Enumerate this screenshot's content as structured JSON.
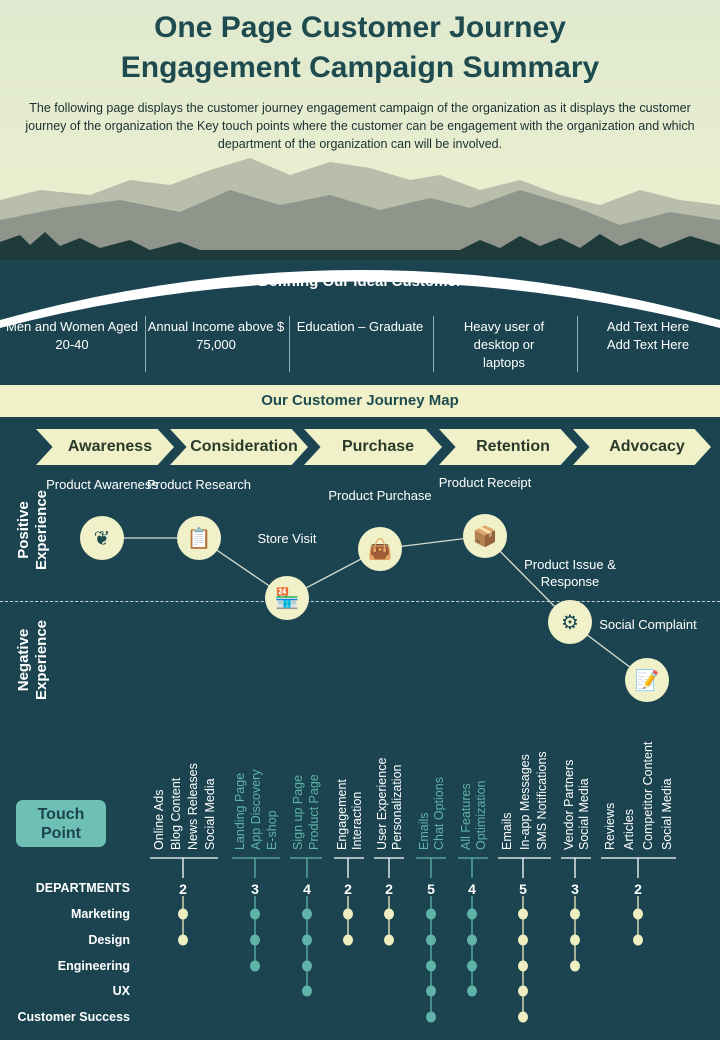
{
  "title_line1": "One Page Customer Journey",
  "title_line2": "Engagement Campaign Summary",
  "description": "The following page displays the customer journey engagement campaign of the organization as it displays the customer journey of the organization the Key touch points where the customer can be engagement with the organization and which department of the organization can will be involved.",
  "ideal": {
    "title": "Defining Our Ideal Customer",
    "items": [
      "Men and Women Aged 20-40",
      "Annual Income above $ 75,000",
      "Education – Graduate",
      "Heavy user of desktop or laptops",
      "Add Text Here Add Text Here"
    ]
  },
  "map": {
    "title": "Our Customer Journey Map",
    "stages": [
      "Awareness",
      "Consideration",
      "Purchase",
      "Retention",
      "Advocacy"
    ],
    "positive_label": "Positive Experience",
    "negative_label": "Negative Experience",
    "nodes": [
      {
        "label": "Product Awareness",
        "icon": "hand-leaf-icon"
      },
      {
        "label": "Product Research",
        "icon": "clipboard-search-icon"
      },
      {
        "label": "Store Visit",
        "icon": "store-icon"
      },
      {
        "label": "Product Purchase",
        "icon": "hand-bag-icon"
      },
      {
        "label": "Product Receipt",
        "icon": "package-icon"
      },
      {
        "label": "Product Issue & Response",
        "icon": "tools-gear-icon"
      },
      {
        "label": "Social Complaint",
        "icon": "document-pen-icon"
      }
    ]
  },
  "touch": {
    "title": "Touch Point",
    "departments_label": "DEPARTMENTS",
    "rows": [
      "Marketing",
      "Design",
      "Engineering",
      "UX",
      "Customer Success"
    ],
    "groups": [
      {
        "labels": [
          "Online Ads",
          "Blog Content",
          "News Releases",
          "Social Media"
        ],
        "count": "2",
        "dots": [
          1,
          1,
          0,
          0,
          0
        ],
        "color": "#eeeec0"
      },
      {
        "labels": [
          "Landing Page",
          "App Discovery",
          "E-shop"
        ],
        "count": "3",
        "dots": [
          1,
          1,
          1,
          0,
          0
        ],
        "color": "#5fb3a8"
      },
      {
        "labels": [
          "Sign up Page",
          "Product Page"
        ],
        "count": "4",
        "dots": [
          1,
          1,
          1,
          1,
          0
        ],
        "color": "#5fb3a8"
      },
      {
        "labels": [
          "Engagement",
          "Interaction"
        ],
        "count": "2",
        "dots": [
          1,
          1,
          0,
          0,
          0
        ],
        "color": "#eeeec0"
      },
      {
        "labels": [
          "User Experience",
          "Personalization"
        ],
        "count": "2",
        "dots": [
          1,
          1,
          0,
          0,
          0
        ],
        "color": "#eeeec0"
      },
      {
        "labels": [
          "Emails",
          "Chat Options"
        ],
        "count": "5",
        "dots": [
          1,
          1,
          1,
          1,
          1
        ],
        "color": "#5fb3a8"
      },
      {
        "labels": [
          "All Features",
          "Optimization"
        ],
        "count": "4",
        "dots": [
          1,
          1,
          1,
          1,
          0
        ],
        "color": "#5fb3a8"
      },
      {
        "labels": [
          "Emails",
          "In-app Messages",
          "SMS Notifications"
        ],
        "count": "5",
        "dots": [
          1,
          1,
          1,
          1,
          1
        ],
        "color": "#eeeec0"
      },
      {
        "labels": [
          "Vendor Partners",
          "Social Media"
        ],
        "count": "3",
        "dots": [
          1,
          1,
          1,
          0,
          0
        ],
        "color": "#eeeec0"
      },
      {
        "labels": [
          "Reviews",
          "Articles",
          "Competitor Content",
          "Social Media"
        ],
        "count": "2",
        "dots": [
          1,
          1,
          0,
          0,
          0
        ],
        "color": "#eeeec0"
      }
    ]
  }
}
